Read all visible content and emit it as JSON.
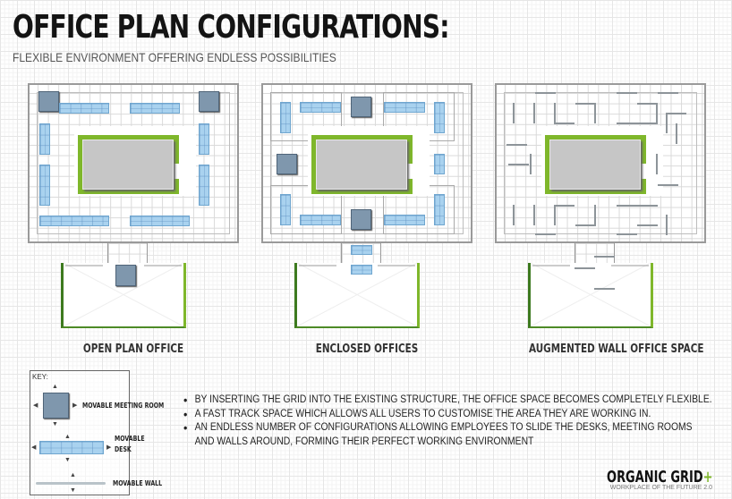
{
  "header": {
    "title": "OFFICE PLAN CONFIGURATIONS:",
    "subtitle": "FLEXIBLE ENVIRONMENT OFFERING ENDLESS POSSIBILITIES"
  },
  "plans": [
    {
      "id": "open-plan",
      "label": "OPEN PLAN OFFICE"
    },
    {
      "id": "enclosed",
      "label": "ENCLOSED OFFICES"
    },
    {
      "id": "augmented-wall",
      "label": "AUGMENTED WALL OFFICE SPACE"
    }
  ],
  "key": {
    "title": "KEY:",
    "items": [
      {
        "label": "MOVABLE MEETING ROOM"
      },
      {
        "label_line1": "MOVABLE",
        "label_line2": "DESK"
      },
      {
        "label": "MOVABLE WALL"
      }
    ]
  },
  "bullets": [
    "BY INSERTING THE GRID INTO THE EXISTING STRUCTURE, THE OFFICE SPACE BECOMES COMPLETELY FLEXIBLE.",
    "A FAST TRACK SPACE WHICH ALLOWS ALL USERS TO CUSTOMISE THE AREA THEY ARE WORKING IN.",
    "AN ENDLESS NUMBER OF CONFIGURATIONS ALLOWING EMPLOYEES TO SLIDE THE DESKS, MEETING ROOMS",
    "AND WALLS AROUND, FORMING THEIR PERFECT WORKING ENVIRONMENT"
  ],
  "brand": {
    "name": "ORGANIC GRID",
    "plus": "+",
    "tagline": "WORKPLACE OF THE FUTURE 2.0"
  },
  "colors": {
    "accent_green": "#7fb72b",
    "desk_blue": "#a9d2ef",
    "meeting_room": "#7f97ad",
    "core_gray": "#c6c6c6"
  }
}
